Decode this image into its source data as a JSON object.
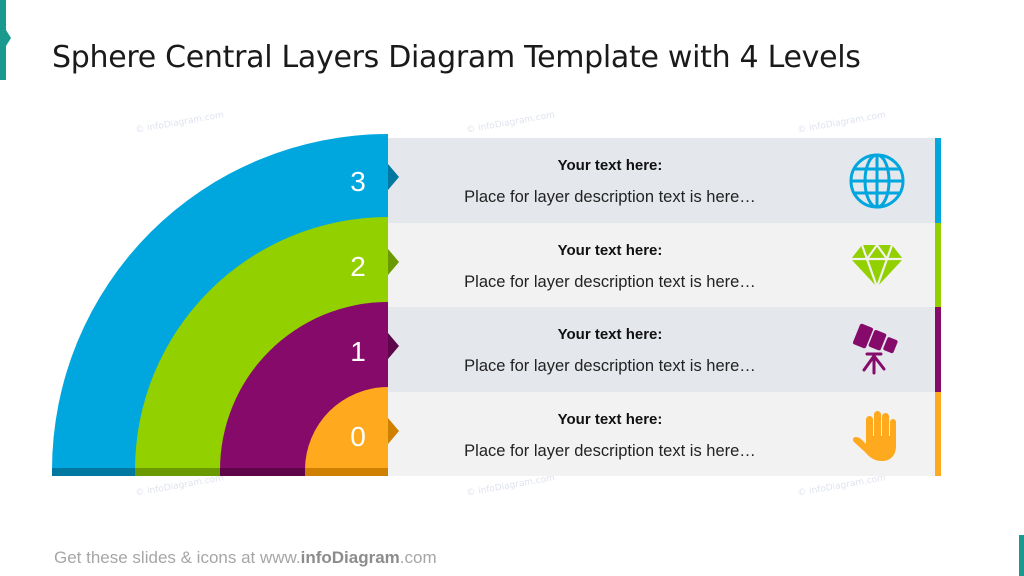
{
  "slide": {
    "title": "Sphere Central Layers Diagram Template with 4 Levels",
    "watermark_text": "© infoDiagram.com",
    "footer": {
      "prefix": "Get these slides & icons at www.",
      "brand": "infoDiagram",
      "suffix": ".com"
    },
    "colors": {
      "accent": "#1a9a8e",
      "row_bg_dark": "#E4E7EC",
      "row_bg_light": "#F2F2F2"
    }
  },
  "layers": [
    {
      "level": "3",
      "heading": "Your text here:",
      "description": "Place for layer description text is here…",
      "icon": "globe-icon",
      "color": "#00A6DE",
      "shade": "#00789F"
    },
    {
      "level": "2",
      "heading": "Your text here:",
      "description": "Place for layer description text is here…",
      "icon": "diamond-icon",
      "color": "#92D000",
      "shade": "#6A9A00"
    },
    {
      "level": "1",
      "heading": "Your text here:",
      "description": "Place for layer description text is here…",
      "icon": "telescope-icon",
      "color": "#860A6A",
      "shade": "#5E064A"
    },
    {
      "level": "0",
      "heading": "Your text here:",
      "description": "Place for layer description text is here…",
      "icon": "hand-icon",
      "color": "#FFA91E",
      "shade": "#D08000"
    }
  ]
}
